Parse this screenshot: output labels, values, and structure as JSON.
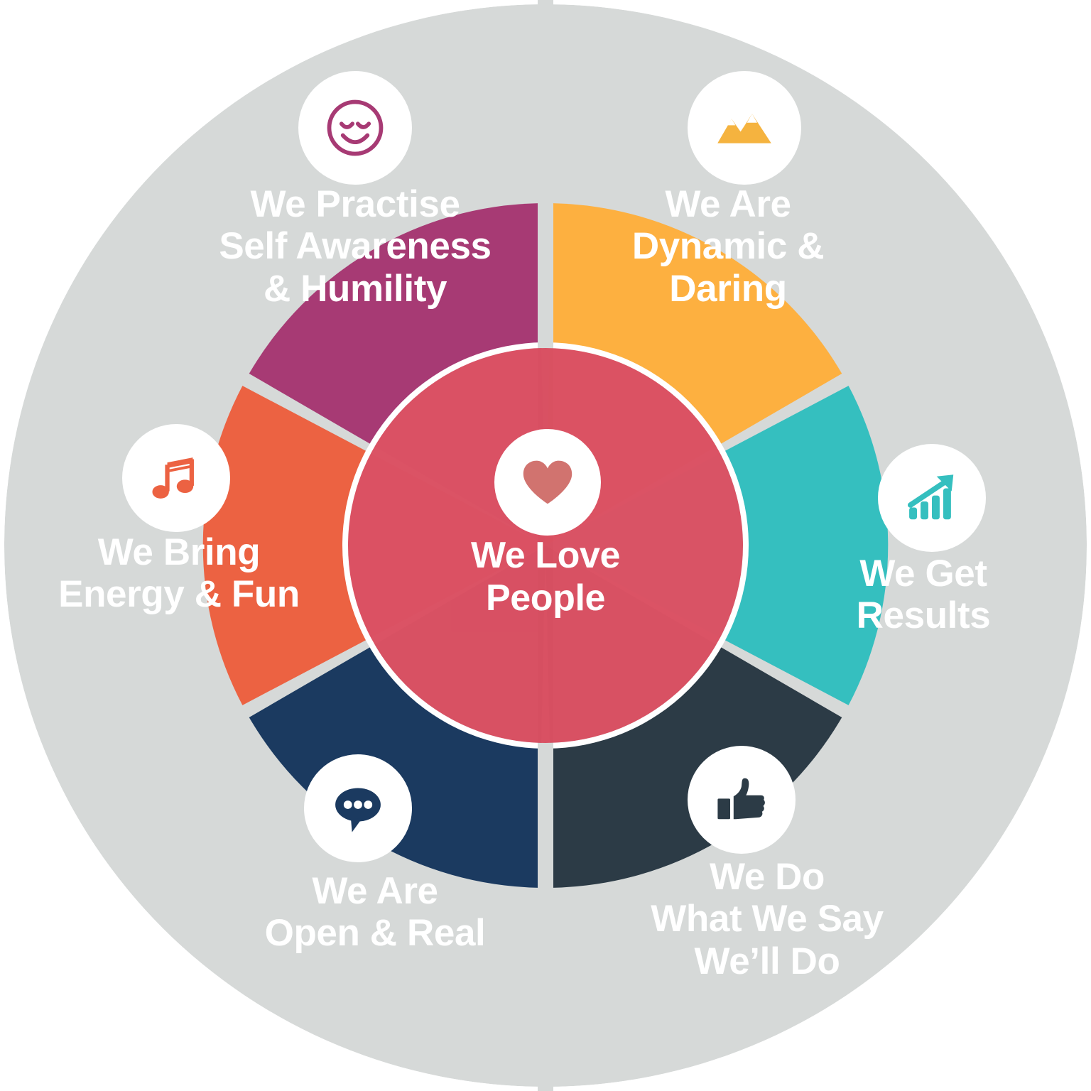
{
  "diagram": {
    "title": "Company Values Wheel",
    "type": "radial-segment-wheel",
    "segment_count": 6,
    "colors": {
      "background": "#ffffff",
      "gap": "#d6d9d8",
      "center": "#d9485b",
      "center_shadow": "#cf4457",
      "purple": "#a73a74",
      "amber": "#fdb040",
      "teal": "#35bfbf",
      "slate": "#2c3b46",
      "navy": "#1b3a60",
      "coral": "#ec6242"
    }
  },
  "center": {
    "label": "We Love\nPeople",
    "icon": "heart-icon",
    "icon_color": "#d1736f",
    "color": "#d9485b"
  },
  "segments": [
    {
      "id": "self-awareness",
      "label": "We Practise\nSelf Awareness\n& Humility",
      "icon": "relaxed-smiley-icon",
      "color": "#a73a74",
      "icon_color": "#a73a74",
      "position": "top-left"
    },
    {
      "id": "dynamic-daring",
      "label": "We Are\nDynamic &\nDaring",
      "icon": "mountain-icon",
      "color": "#fdb040",
      "icon_color": "#f5b33f",
      "position": "top-right"
    },
    {
      "id": "get-results",
      "label": "We Get\nResults",
      "icon": "growth-chart-icon",
      "color": "#35bfbf",
      "icon_color": "#35bfbf",
      "position": "right"
    },
    {
      "id": "do-what-we-say",
      "label": "We Do\nWhat We Say\nWe’ll Do",
      "icon": "thumbs-up-icon",
      "color": "#2c3b46",
      "icon_color": "#2c3b46",
      "position": "bottom-right"
    },
    {
      "id": "open-real",
      "label": "We Are\nOpen & Real",
      "icon": "speech-bubble-icon",
      "color": "#1b3a60",
      "icon_color": "#1b3a60",
      "position": "bottom-left"
    },
    {
      "id": "energy-fun",
      "label": "We Bring\nEnergy & Fun",
      "icon": "music-note-icon",
      "color": "#ec6242",
      "icon_color": "#ec6242",
      "position": "left"
    }
  ]
}
